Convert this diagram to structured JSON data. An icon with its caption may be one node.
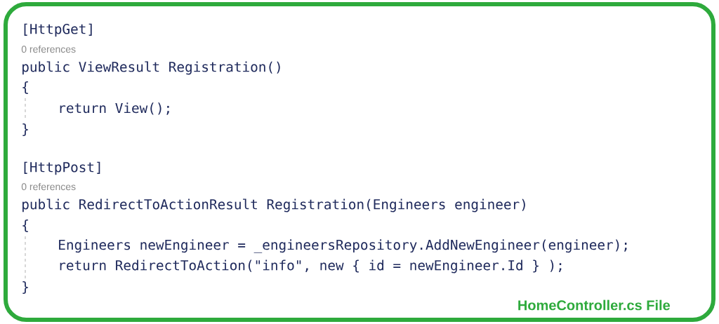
{
  "diagram": {
    "caption": "HomeController.cs File",
    "labels": [
      "[HttpGet]",
      "0 references",
      "public ViewResult Registration()",
      "{",
      "return View();",
      "}",
      "[HttpPost]",
      "0 references",
      "public RedirectToActionResult Registration(Engineers engineer)",
      "{",
      "Engineers newEngineer = _engineersRepository.AddNewEngineer(engineer);",
      "return RedirectToAction(\"info\", new { id = newEngineer.Id } );",
      "}"
    ]
  }
}
